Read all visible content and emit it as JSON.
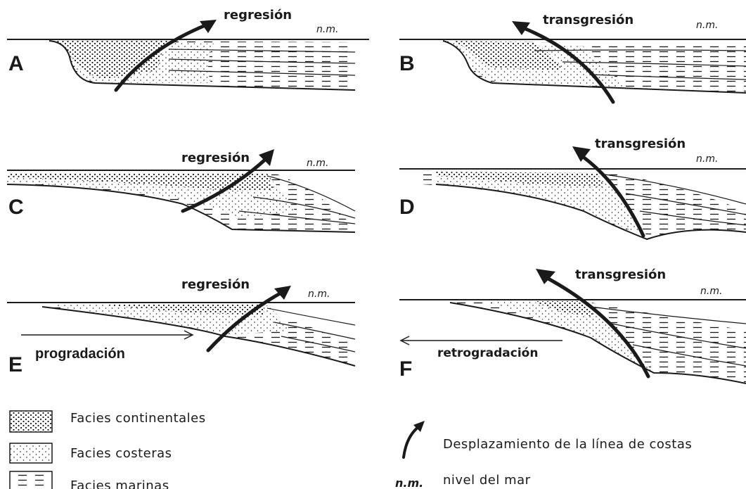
{
  "panels": [
    {
      "letter": "A",
      "process": "regresión",
      "sea_level": "n.m.",
      "direction": "regression"
    },
    {
      "letter": "B",
      "process": "transgresión",
      "sea_level": "n.m.",
      "direction": "transgression"
    },
    {
      "letter": "C",
      "process": "regresión",
      "sea_level": "n.m.",
      "direction": "regression"
    },
    {
      "letter": "D",
      "process": "transgresión",
      "sea_level": "n.m.",
      "direction": "transgression"
    },
    {
      "letter": "E",
      "process": "regresión",
      "sea_level": "n.m.",
      "direction": "regression",
      "horizontal_label": "progradación"
    },
    {
      "letter": "F",
      "process": "transgresión",
      "sea_level": "n.m.",
      "direction": "transgression",
      "horizontal_label": "retrogradación"
    }
  ],
  "legend": {
    "continental": "Facies continentales",
    "coastal": "Facies costeras",
    "marine": "Facies marinas",
    "arrow": "Desplazamiento de la línea de costas",
    "nm_symbol": "n.m.",
    "nm_label": "nivel del mar"
  }
}
